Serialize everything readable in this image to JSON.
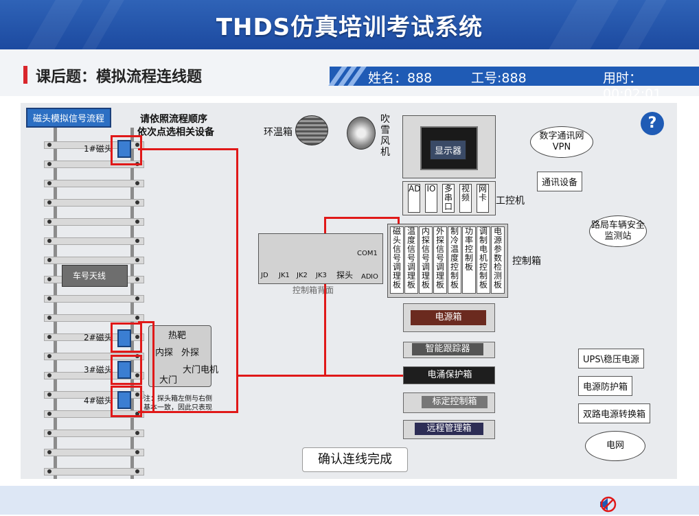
{
  "header": {
    "app_title": "THDS仿真培训考试系统"
  },
  "subheader": {
    "question_title": "课后题：模拟流程连线题",
    "name_label": "姓名：888",
    "id_label": "工号:888",
    "time_label": "用时：00:02:01"
  },
  "diagram": {
    "flow_label": "磁头模拟信号流程",
    "instruction_line1": "请依照流程顺序",
    "instruction_line2": "依次点选相关设备",
    "magnet1": "1#磁头",
    "magnet2": "2#磁头",
    "magnet3": "3#磁头",
    "magnet4": "4#磁头",
    "antenna": "车号天线",
    "hot_rail": "热靶",
    "inner_probe": "内探",
    "outer_probe": "外探",
    "gate_motor": "大门电机",
    "gate": "大门",
    "note_line1": "注：探头箱左侧与右侧",
    "note_line2": "基本一致，因此只表现",
    "thermo_box": "环温箱",
    "snow_fan": "吹雪风机",
    "monitor": "显示器",
    "ipc": "工控机",
    "ipc_slots": [
      "AD",
      "IO",
      "多串口",
      "视频",
      "网卡"
    ],
    "control_box": "控制箱",
    "boards": [
      "磁头信号调理板",
      "温度信号调理板",
      "内探信号调理板",
      "外探信号调理板",
      "制冷温度控制板",
      "功率控制板",
      "调制电机控制板",
      "电源参数检测板"
    ],
    "back_panel_caption": "控制箱背面",
    "back_ports": [
      "JD",
      "JK1",
      "JK2",
      "JK3",
      "探头",
      "COM1",
      "AD",
      "IO"
    ],
    "power_box": "电源箱",
    "tracker": "智能跟踪器",
    "surge_box": "电涌保护箱",
    "calib_box": "标定控制箱",
    "remote_box": "远程管理箱",
    "net": "数字通讯网VPN",
    "comm": "通讯设备",
    "station": "路局车辆安全监测站",
    "ups": "UPS\\稳压电源",
    "power_protect": "电源防护箱",
    "dual_power": "双路电源转换箱",
    "grid": "电网",
    "confirm_button": "确认连线完成",
    "help": "?"
  },
  "colors": {
    "header_blue": "#1f5bb5",
    "wire_red": "#e01818",
    "magnet_blue": "#3b7ed2"
  }
}
